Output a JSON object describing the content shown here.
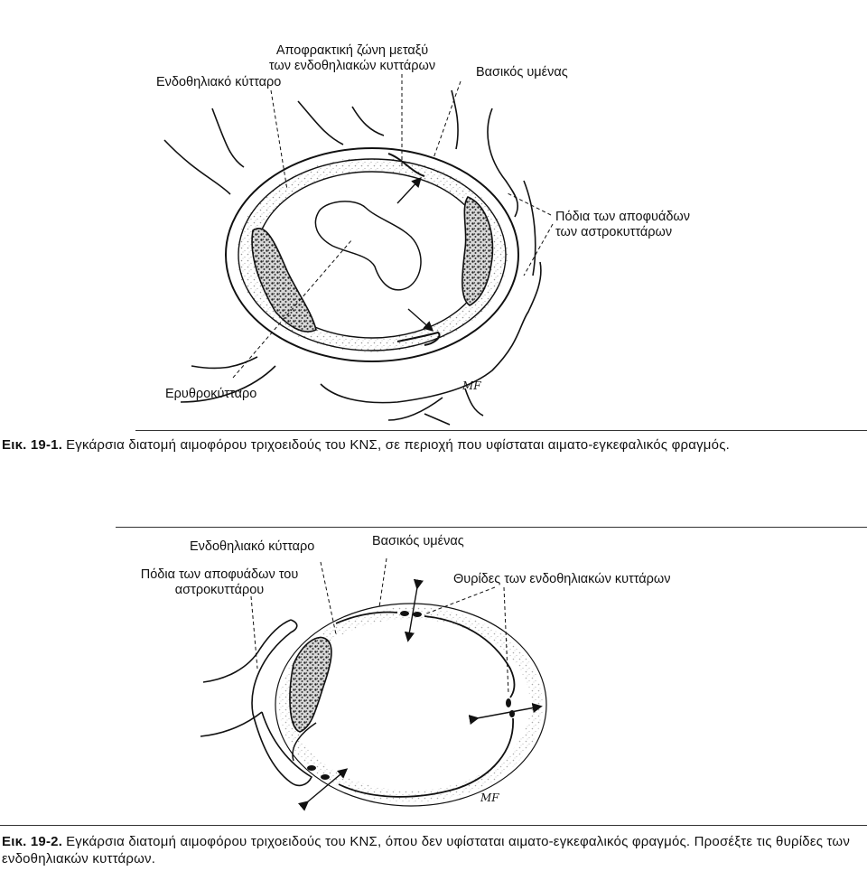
{
  "figure1": {
    "labels": {
      "tight_junction_line1": "Αποφρακτική ζώνη μεταξύ",
      "tight_junction_line2": "των ενδοθηλιακών κυττάρων",
      "endothelial_cell": "Ενδοθηλιακό κύτταρο",
      "basement_membrane": "Βασικός υμένας",
      "astro_feet_line1": "Πόδια των αποφυάδων",
      "astro_feet_line2": "των αστροκυττάρων",
      "erythrocyte": "Ερυθροκύτταρο"
    },
    "signature": "MF",
    "caption_number": "Εικ. 19-1.",
    "caption_text": "Εγκάρσια διατομή αιμοφόρου τριχοειδούς του ΚΝΣ, σε περιοχή που υφίσταται αιματο-εγκεφαλικός φραγμός."
  },
  "figure2": {
    "labels": {
      "endothelial_cell": "Ενδοθηλιακό κύτταρο",
      "basement_membrane": "Βασικός υμένας",
      "astro_foot_line1": "Πόδια των αποφυάδων του",
      "astro_foot_line2": "αστροκυττάρου",
      "fenestrae": "Θυρίδες των ενδοθηλιακών κυττάρων"
    },
    "signature": "MF",
    "caption_number": "Εικ. 19-2.",
    "caption_text": "Εγκάρσια διατομή αιμοφόρου τριχοειδούς του ΚΝΣ, όπου δεν υφίσταται αιματο-εγκεφαλικός φραγμός. Προσέξτε τις θυρίδες των ενδοθηλιακών κυττάρων."
  }
}
